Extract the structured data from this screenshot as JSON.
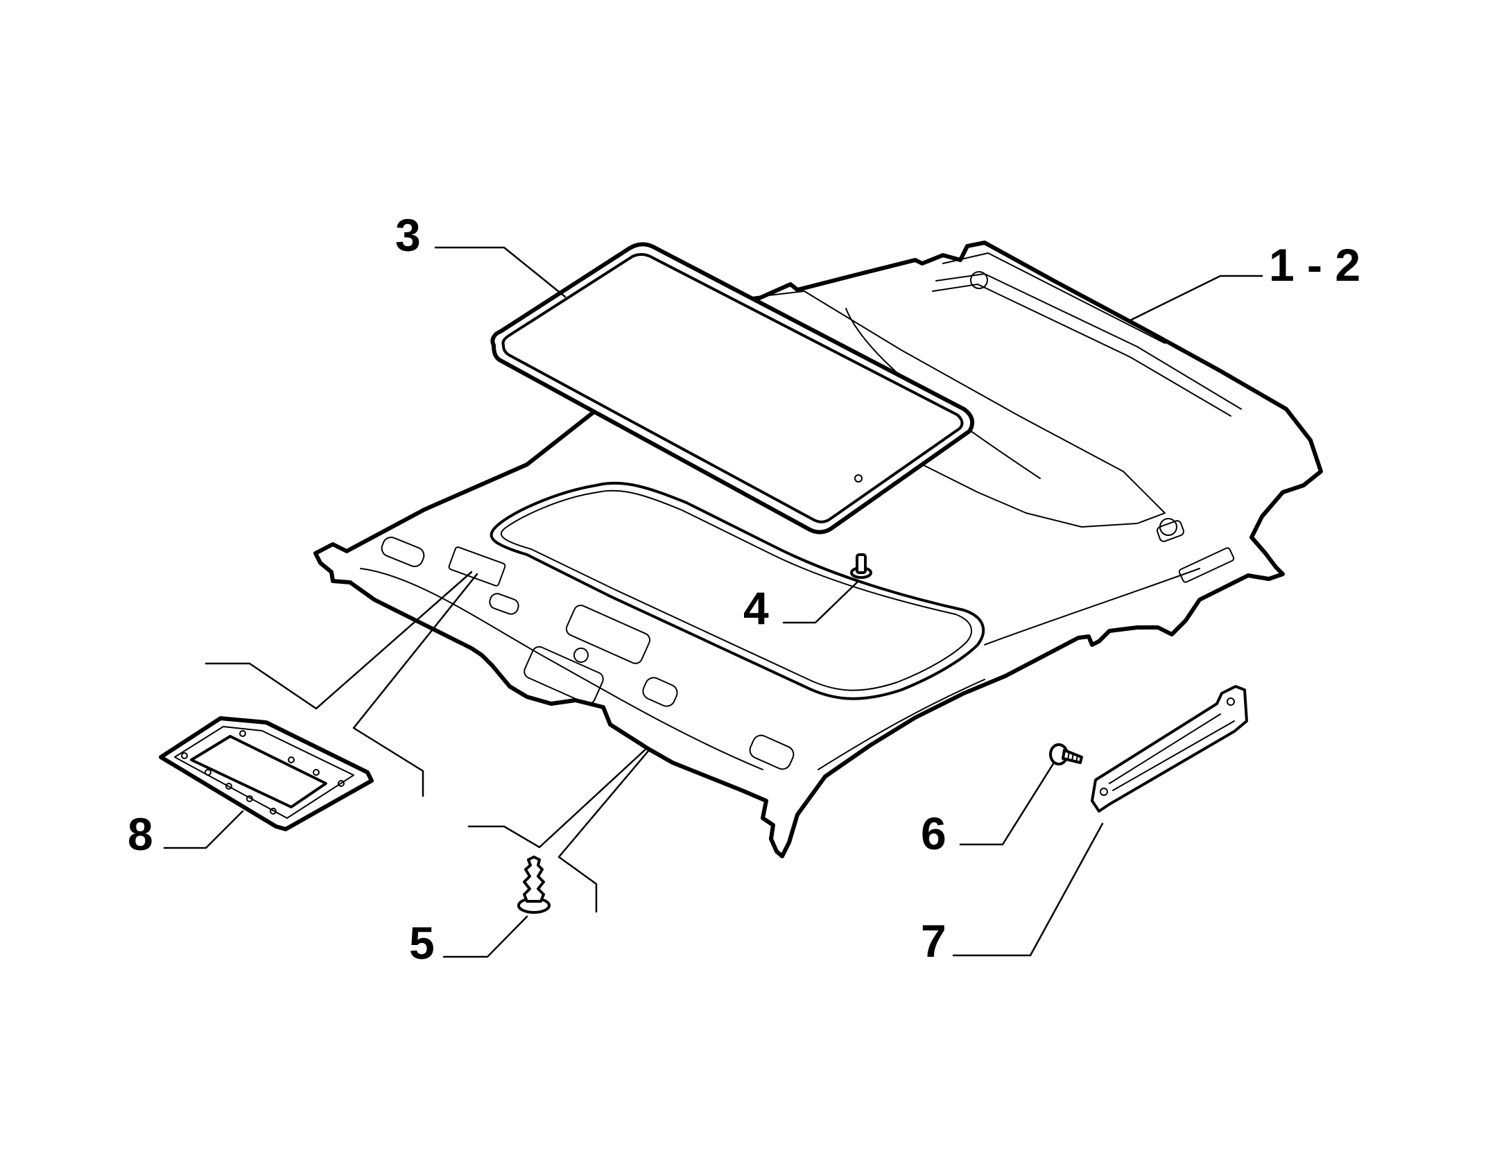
{
  "diagram": {
    "callouts": {
      "item_1_2": "1 - 2",
      "item_3": "3",
      "item_4": "4",
      "item_5": "5",
      "item_6": "6",
      "item_7": "7",
      "item_8": "8"
    },
    "parts": [
      {
        "ref": "1 - 2",
        "name": "headliner-panel"
      },
      {
        "ref": "3",
        "name": "sunroof-frame-seal"
      },
      {
        "ref": "4",
        "name": "push-pin-fastener"
      },
      {
        "ref": "5",
        "name": "christmas-tree-clip"
      },
      {
        "ref": "6",
        "name": "screw"
      },
      {
        "ref": "7",
        "name": "trim-bracket"
      },
      {
        "ref": "8",
        "name": "lamp-housing-plate"
      }
    ],
    "colors": {
      "line": "#000000",
      "background": "#ffffff"
    }
  }
}
